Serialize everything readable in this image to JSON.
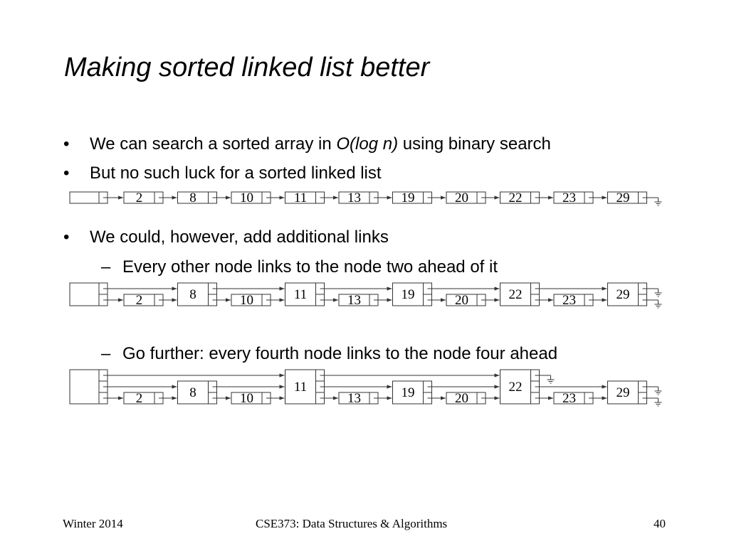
{
  "slide": {
    "title": "Making sorted linked list better",
    "bullets": [
      {
        "mark": "•",
        "pre": "We can search a sorted array in ",
        "italic": "O(log n)",
        "post": " using binary search"
      },
      {
        "mark": "•",
        "text": "But no such luck for a sorted linked list"
      },
      {
        "mark": "•",
        "text": "We could, however, add additional links"
      },
      {
        "mark": "–",
        "text": "Every other node links to the node two ahead of it"
      },
      {
        "mark": "–",
        "text": "Go further: every fourth node links to the node four ahead"
      }
    ],
    "footer": {
      "left": "Winter 2014",
      "center": "CSE373: Data Structures & Algorithms",
      "right": "40"
    }
  },
  "diagrams": [
    {
      "name": "single-links",
      "values": [
        2,
        8,
        10,
        11,
        13,
        19,
        20,
        22,
        23,
        29
      ],
      "header_levels": 1,
      "levels": [
        1,
        1,
        1,
        1,
        1,
        1,
        1,
        1,
        1,
        1
      ]
    },
    {
      "name": "every-other-links",
      "values": [
        2,
        8,
        10,
        11,
        13,
        19,
        20,
        22,
        23,
        29
      ],
      "header_levels": 2,
      "levels": [
        1,
        2,
        1,
        2,
        1,
        2,
        1,
        2,
        1,
        2
      ]
    },
    {
      "name": "every-fourth-links",
      "values": [
        2,
        8,
        10,
        11,
        13,
        19,
        20,
        22,
        23,
        29
      ],
      "header_levels": 3,
      "levels": [
        1,
        2,
        1,
        3,
        1,
        2,
        1,
        3,
        1,
        2
      ]
    }
  ]
}
